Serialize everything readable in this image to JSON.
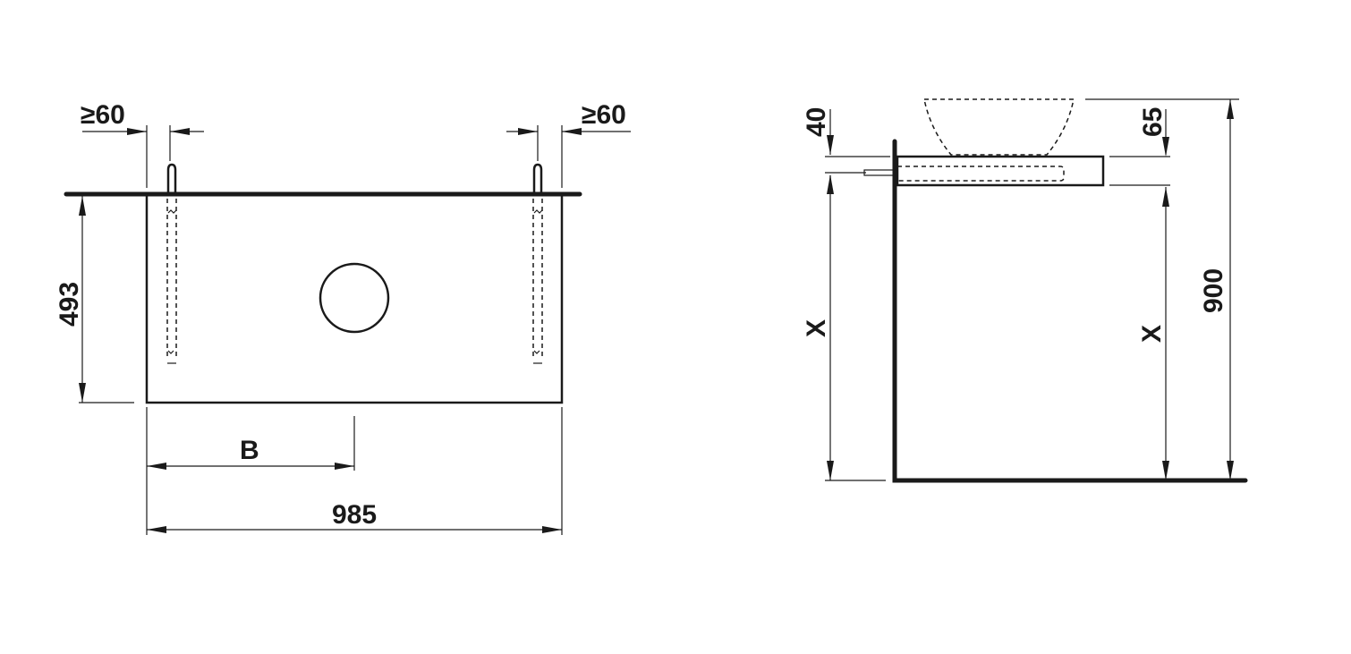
{
  "front_view": {
    "left_clearance_label": "≥60",
    "right_clearance_label": "≥60",
    "depth_label": "493",
    "offset_label": "B",
    "width_label": "985"
  },
  "side_view": {
    "top_offset_label": "40",
    "thickness_label": "65",
    "left_height_label": "X",
    "right_height_label": "X",
    "total_height_label": "900"
  }
}
